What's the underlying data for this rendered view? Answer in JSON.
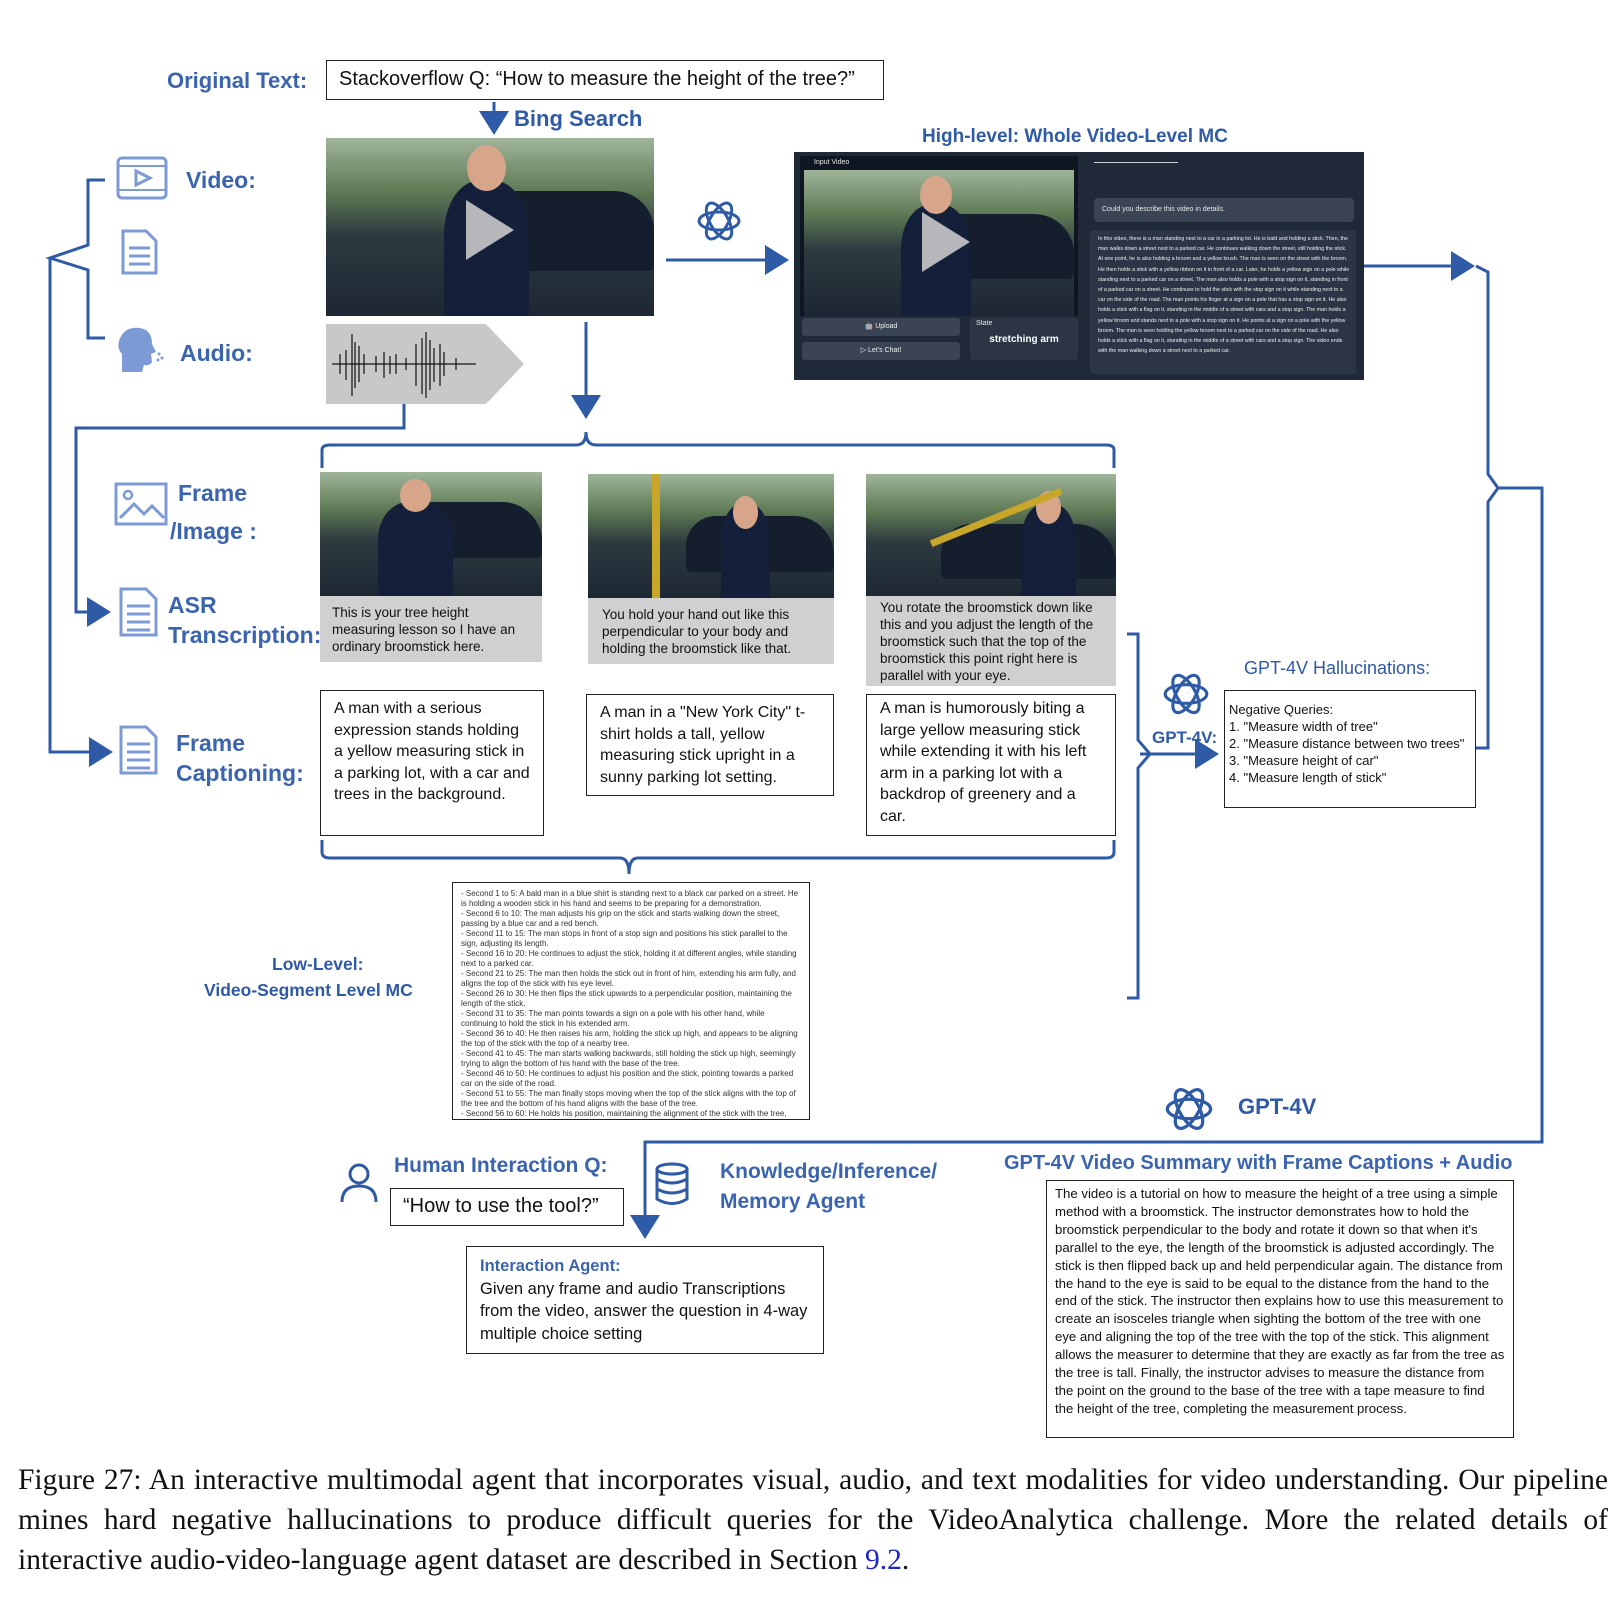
{
  "original_text_label": "Original Text:",
  "original_text": "Stackoverflow Q: “How to measure the height of the tree?”",
  "bing_search": "Bing Search",
  "high_level_label": "High-level: Whole Video-Level  MC",
  "labels": {
    "video": "Video:",
    "audio": "Audio:",
    "frame_line1": "Frame",
    "frame_line2": "/Image :",
    "asr_line1": "ASR",
    "asr_line2": "Transcription:",
    "caption_line1": "Frame",
    "caption_line2": "Captioning:"
  },
  "ui_panel": {
    "input_video": "Input Video",
    "upload": "Upload",
    "lets_chat": "Let's Chat!",
    "state": "State",
    "state_value": "stretching arm",
    "question": "Could you describe this video in details.",
    "answer": "In this video, there is a man standing next to a car in a parking lot. He is bald and holding a stick. Then, the man walks down a street next to a parked car. He continues walking down the street, still holding the stick. At one point, he is also holding a broom and a yellow brush. The man is seen on the street with the broom. He then holds a stick with a yellow ribbon on it in front of a car. Later, he holds a yellow sign on a pole while standing next to a parked car on a street. The man also holds a pole with a stop sign on it, standing in front of a parked car on a street. He continues to hold the stick with the stop sign on it while standing next to a car on the side of the road. The man points his finger at a sign on a pole that has a stop sign on it. He also holds a stick with a flag on it, standing in the middle of a street with cars and a stop sign. The man holds a yellow broom and stands next to a pole with a stop sign on it. He points at a sign on a pole with the yellow broom. The man is seen holding the yellow broom next to a parked car on the side of the road. He also holds a stick with a flag on it, standing in the middle of a street with cars and a stop sign. The video ends with the man walking down a street next to a parked car."
  },
  "asr": [
    "This is your tree height measuring lesson so I have an ordinary broomstick here.",
    "You hold your hand out like this perpendicular to your body and holding the broomstick like that.",
    "You rotate the broomstick down like this and you adjust the length of the broomstick such that the top of the broomstick this point right here is parallel with your eye."
  ],
  "captions": [
    "A man with a serious expression stands holding a yellow measuring stick in a parking lot, with a car and trees in the background.",
    "A man in a \"New York City\" t-shirt holds a tall, yellow measuring stick upright in a sunny parking lot setting.",
    "A man is humorously biting a large yellow measuring stick while extending it with his left arm in a parking lot with a backdrop of greenery and a car."
  ],
  "hallucinations": {
    "title": "GPT-4V Hallucinations:",
    "header": "Negative Queries:",
    "items": [
      "1. \"Measure width of tree\"",
      "2. \"Measure distance between two trees\"",
      "3. \"Measure height of car\"",
      "4. \"Measure length of stick\""
    ]
  },
  "gpt4v_small": "GPT-4V:",
  "gpt4v_big": "GPT-4V",
  "low_level_line1": "Low-Level:",
  "low_level_line2": "Video-Segment Level  MC",
  "segments": [
    "- Second 1 to 5: A bald man in a blue shirt is standing next to a black car parked on a street. He is holding a wooden stick in his hand and seems to be preparing for a demonstration.",
    "- Second 6 to 10: The man adjusts his grip on the stick and starts walking down the street, passing by a blue car and a red bench.",
    "- Second 11 to 15: The man stops in front of a stop sign and positions his stick parallel to the sign, adjusting its length.",
    "- Second 16 to 20: He continues to adjust the stick, holding it at different angles, while standing next to a parked car.",
    "- Second 21 to 25: The man then holds the stick out in front of him, extending his arm fully, and aligns the top of the stick with his eye level.",
    "- Second 26 to 30: He then flips the stick upwards to a perpendicular position, maintaining the length of the stick.",
    "- Second 31 to 35: The man points towards a sign on a pole with his other hand, while continuing to hold the stick in his extended arm.",
    "- Second 36 to 40: He then raises his arm, holding the stick up high, and appears to be aligning the top of the stick with the top of a nearby tree.",
    "- Second 41 to 45: The man starts walking backwards, still holding the stick up high, seemingly trying to align the bottom of his hand with the base of the tree.",
    "- Second 46 to 50: He continues to adjust his position and the stick, pointing towards a parked car on the side of the road.",
    "- Second 51 to 55: The man finally stops moving when the top of the stick aligns with the top of the tree and the bottom of his hand aligns with the base of the tree.",
    "- Second 56 to 60: He holds his position, maintaining the alignment of the stick with the tree,"
  ],
  "human_q_label": "Human Interaction Q:",
  "human_q": "“How to use the tool?”",
  "knowledge_line1": "Knowledge/Inference/",
  "knowledge_line2": "Memory Agent",
  "interaction_title": "Interaction Agent:",
  "interaction_body": "Given any frame and audio Transcriptions from the video, answer the question in 4-way multiple choice setting",
  "summary_title": "GPT-4V Video Summary with Frame Captions + Audio",
  "summary": "The video is a tutorial on how to measure the height of a tree using a simple method with a broomstick. The instructor demonstrates how to hold the broomstick perpendicular to the body and rotate it down so that when it's parallel to the eye, the length of the broomstick is adjusted accordingly. The stick is then flipped back up and held perpendicular again. The distance from the hand to the eye is said to be equal to the distance from the hand to the end of the stick. The instructor then explains how to use this measurement to create an isosceles triangle when sighting the bottom of the tree with one eye and aligning the top of the tree with the top of the stick. This alignment allows the measurer to determine that they are exactly as far from the tree as the tree is tall. Finally, the instructor advises to measure the distance from the point on the ground to the base of the tree with a tape measure to find the height of the tree, completing the measurement process.",
  "caption_fig": "Figure 27: An interactive multimodal agent that incorporates visual, audio, and text modalities for video understanding. Our pipeline mines hard negative hallucinations to produce difficult queries for the VideoAnalytica challenge. More the related details of interactive audio-video-language agent dataset are described in Section",
  "caption_ref": "9.2",
  "caption_end": "."
}
